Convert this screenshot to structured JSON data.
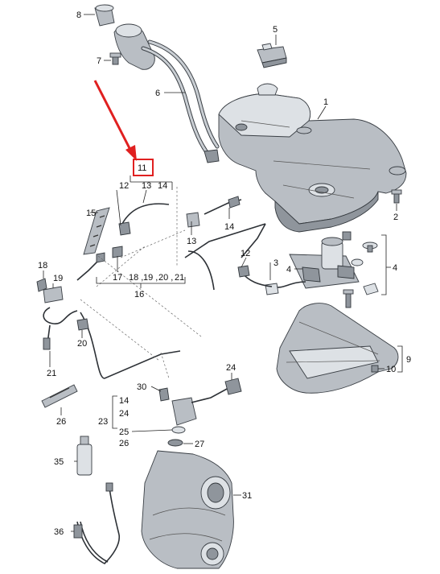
{
  "colors": {
    "highlight": "#e02020",
    "line": "#222222",
    "part_fill": "#b9bec4"
  },
  "highlight_label": "11",
  "labels": [
    {
      "id": "1",
      "text": "1"
    },
    {
      "id": "2",
      "text": "2"
    },
    {
      "id": "3",
      "text": "3"
    },
    {
      "id": "4a",
      "text": "4"
    },
    {
      "id": "4b",
      "text": "4"
    },
    {
      "id": "5",
      "text": "5"
    },
    {
      "id": "6",
      "text": "6"
    },
    {
      "id": "7",
      "text": "7"
    },
    {
      "id": "8",
      "text": "8"
    },
    {
      "id": "9",
      "text": "9"
    },
    {
      "id": "10",
      "text": "10"
    },
    {
      "id": "12a",
      "text": "12"
    },
    {
      "id": "12b",
      "text": "12"
    },
    {
      "id": "13a",
      "text": "13"
    },
    {
      "id": "13b",
      "text": "13"
    },
    {
      "id": "14a",
      "text": "14"
    },
    {
      "id": "14b",
      "text": "14"
    },
    {
      "id": "14c",
      "text": "14"
    },
    {
      "id": "15",
      "text": "15"
    },
    {
      "id": "16",
      "text": "16"
    },
    {
      "id": "17",
      "text": "17"
    },
    {
      "id": "18",
      "text": "18"
    },
    {
      "id": "18g",
      "text": "18 ,"
    },
    {
      "id": "19",
      "text": "19"
    },
    {
      "id": "19g",
      "text": "19 ,"
    },
    {
      "id": "20",
      "text": "20"
    },
    {
      "id": "20g",
      "text": "20 ,"
    },
    {
      "id": "21",
      "text": "21"
    },
    {
      "id": "21g",
      "text": "21"
    },
    {
      "id": "23",
      "text": "23"
    },
    {
      "id": "24a",
      "text": "24"
    },
    {
      "id": "24b",
      "text": "24"
    },
    {
      "id": "25",
      "text": "25"
    },
    {
      "id": "26a",
      "text": "26"
    },
    {
      "id": "26b",
      "text": "26"
    },
    {
      "id": "27",
      "text": "27"
    },
    {
      "id": "30",
      "text": "30"
    },
    {
      "id": "31",
      "text": "31"
    },
    {
      "id": "35",
      "text": "35"
    },
    {
      "id": "36",
      "text": "36"
    }
  ]
}
